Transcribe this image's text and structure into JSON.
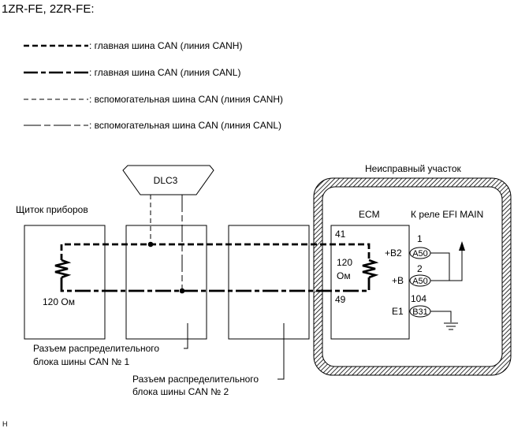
{
  "header": "1ZR-FE, 2ZR-FE:",
  "legend": [
    {
      "style": "main-canh",
      "label": ": главная шина CAN (линия CANH)"
    },
    {
      "style": "main-canl",
      "label": ": главная шина CAN (линия CANL)"
    },
    {
      "style": "sub-canh",
      "label": ": вспомогательная шина CAN (линия CANH)"
    },
    {
      "style": "sub-canl",
      "label": ": вспомогательная шина CAN (линия CANL)"
    }
  ],
  "dlc_label": "DLC3",
  "fault_area_label": "Неисправный участок",
  "meter_label": "Щиток приборов",
  "meter_resistor_label": "120 Ом",
  "ecm": {
    "title": "ECM",
    "pin_canh": "41",
    "pin_canl": "49",
    "resistor_value": "120",
    "resistor_unit": "Ом"
  },
  "relay_label": "К реле EFI MAIN",
  "pins": [
    {
      "number": "1",
      "name": "+B2",
      "connector": "A50"
    },
    {
      "number": "2",
      "name": "+B",
      "connector": "A50"
    },
    {
      "number": "104",
      "name": "E1",
      "connector": "B31"
    }
  ],
  "junction1": {
    "line1": "Разъем распределительного",
    "line2": "блока шины CAN № 1"
  },
  "junction2": {
    "line1": "Разъем распределительного",
    "line2": "блока шины CAN № 2"
  },
  "footer_code": "H",
  "colors": {
    "line": "#000000",
    "hatch": "#000000",
    "background": "#ffffff"
  }
}
